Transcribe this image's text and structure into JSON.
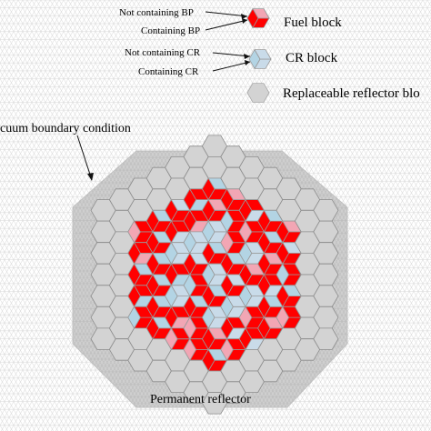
{
  "legend": {
    "fuel": {
      "label": "Fuel block",
      "sub_top": "Not containing BP",
      "sub_bottom": "Containing BP",
      "color_plain": "#ff0000",
      "color_bp": "#f2a6b4"
    },
    "cr": {
      "label": "CR block",
      "sub_top": "Not containing CR",
      "sub_bottom": "Containing CR",
      "color_plain": "#c9dbe9",
      "color_cr": "#b3d4e4"
    },
    "reflector": {
      "label": "Replaceable reflector blo",
      "color": "#d3d3d3"
    }
  },
  "annotations": {
    "boundary": "cuum boundary condition",
    "permanent": "Permanent reflector"
  },
  "colors": {
    "permanent_fill": "#cfcfcf",
    "permanent_mesh": "#b9b9b9",
    "replaceable": "#d3d3d3",
    "cell_stroke": "#8c8c8c"
  }
}
